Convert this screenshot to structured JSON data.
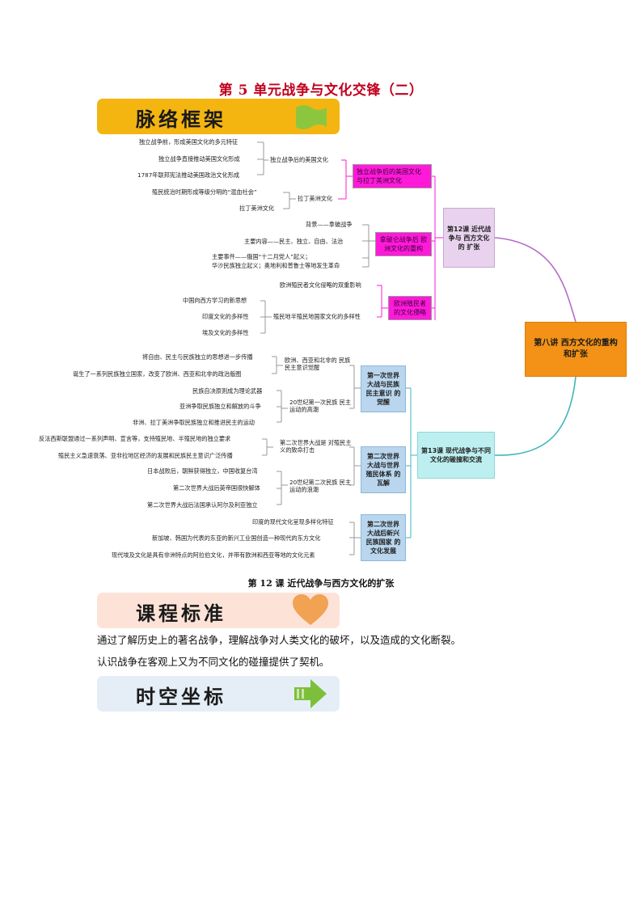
{
  "title": "第 5 单元战争与文化交锋（二）",
  "banners": {
    "framework": "脉络框架",
    "standard": "课程标准",
    "timeline": "时空坐标"
  },
  "colors": {
    "title": "#c0001d",
    "banner_gold": "#f4b511",
    "banner_pink": "#fde3d7",
    "banner_blue": "#e5eef7",
    "center": "#f39216",
    "upper_branch": "#d4a7de",
    "lower_branch": "#3fb7b9"
  },
  "mindmap": {
    "center": "第八讲 西方文化的重构和扩张",
    "upper": {
      "lesson": "第12课 近代战争与 西方文化的 扩张",
      "topics": [
        {
          "label": "独立战争后的美国文化 与拉丁美洲文化",
          "subgroups": [
            {
              "label": "独立战争后的美国文化",
              "items": [
                "独立战争前，形成美国文化的多元特征",
                "独立战争直接推动美国文化形成",
                "1787年联邦宪法推动美国政治文化形成"
              ]
            },
            {
              "label": "拉丁美洲文化",
              "items": [
                "殖民统治时期形成等级分明的“混血社会”",
                "拉丁美洲文化"
              ]
            }
          ]
        },
        {
          "label": "拿破仑战争后 欧洲文化的重构",
          "items": [
            "背景——拿破战争",
            "主要内容——民主、独立、自由、法治",
            "主要事件——俄国“十二月党人”起义；",
            "华沙民族独立起义；奥地利和普鲁士等地发生革命"
          ]
        },
        {
          "label": "欧洲殖民者 的文化侵略",
          "items": [
            "欧洲殖民者文化侵略的双重影响"
          ],
          "subgroups": [
            {
              "label": "殖民地半殖民地国家文化的多样性",
              "items": [
                "中国向西方学习的新思想",
                "印度文化的多样性",
                "埃及文化的多样性"
              ]
            }
          ]
        }
      ]
    },
    "lower": {
      "lesson": "第13课 现代战争与不同 文化的碰撞和交流",
      "topics": [
        {
          "label": "第一次世界 大战与民族 民主意识 的觉醒",
          "subgroups": [
            {
              "label": "欧洲、西亚和北非的 民族民主意识觉醒",
              "items": [
                "将自由、民主与民族独立的思想进一步传播",
                "诞生了一系列民族独立国家，改变了欧洲、西亚和北非的政治版图"
              ]
            },
            {
              "label": "20世纪第一次民族 民主运动的高潮",
              "items": [
                "民族自决原则成为理论武器",
                "亚洲争取民族独立和解放的斗争",
                "非洲、拉丁美洲争取民族独立和推进民主的运动"
              ]
            }
          ]
        },
        {
          "label": "第二次世界 大战与世界 殖民体系 的瓦解",
          "subgroups": [
            {
              "label": "第二次世界大战是 对殖民主义的致命打击",
              "items": [
                "反法西斯联盟通过一系列声明、宣言等，支持殖民地、半殖民地的独立要求",
                "殖民主义急速衰落、亚非拉地区经济的发展和民族民主意识广泛传播"
              ]
            },
            {
              "label": "20世纪第二次民族 民主运动的浪潮",
              "items": [
                "日本战败后，朝鲜获得独立，中国收复台湾",
                "第二次世界大战后英帝国很快解体",
                "第二次世界大战后法国承认阿尔及利亚独立"
              ]
            }
          ]
        },
        {
          "label": "第二次世界 大战后新兴 民族国家 的文化发展",
          "items": [
            "印度的现代文化呈现多样化特征",
            "新加坡、韩国为代表的东亚的新兴工业国创造一种现代的东方文化",
            "现代埃及文化是具有非洲特点的阿拉伯文化，并带有欧洲和西亚等地的文化元素"
          ]
        }
      ]
    }
  },
  "section_heading": "第 12 课    近代战争与西方文化的扩张",
  "standard_lines": [
    "通过了解历史上的著名战争，理解战争对人类文化的破坏，以及造成的文化断裂。",
    "认识战争在客观上又为不同文化的碰撞提供了契机。"
  ],
  "icons": {
    "framework": "flag-icon",
    "standard": "heart-icon",
    "timeline": "arrow-right-icon"
  }
}
